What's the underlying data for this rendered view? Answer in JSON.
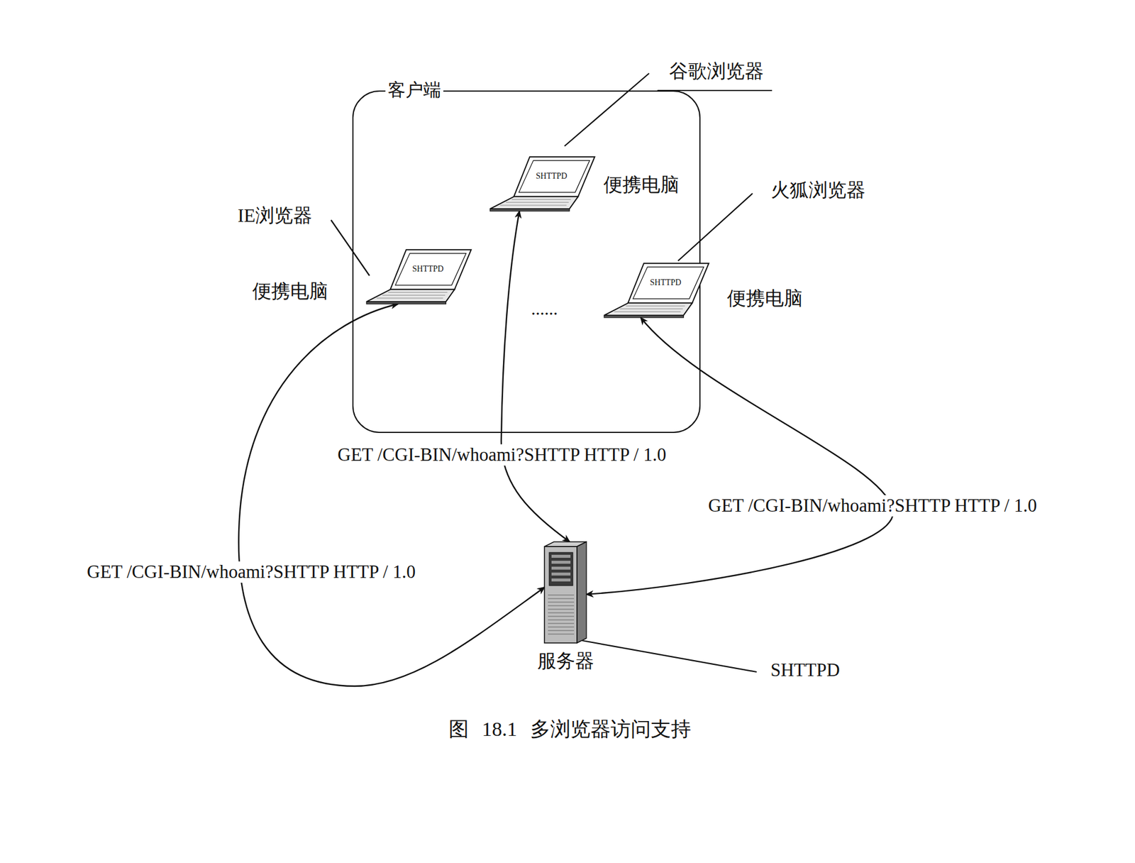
{
  "diagram": {
    "caption": "图 18.1 多浏览器访问支持",
    "nodes": [
      {
        "text": [
          "客户端"
        ]
      },
      {
        "text": [
          "SHTTPD",
          "便携电脑"
        ],
        "in": 0
      },
      {
        "text": [
          "SHTTPD",
          "便携电脑"
        ],
        "in": 0
      },
      {
        "text": [
          "SHTTPD",
          "便携电脑"
        ],
        "in": 0
      },
      {
        "text": [
          "服务器"
        ]
      }
    ],
    "edges": [
      {
        "from": 4,
        "to": 1,
        "arrow": "both",
        "label": "GET /CGI-BIN/whoami?SHTTP HTTP / 1.0"
      },
      {
        "from": 4,
        "to": 2,
        "arrow": "both",
        "label": "GET /CGI-BIN/whoami?SHTTP HTTP / 1.0"
      },
      {
        "from": 4,
        "to": 3,
        "arrow": "both",
        "label": "GET /CGI-BIN/whoami?SHTTP HTTP / 1.0"
      }
    ],
    "labels": [
      "谷歌浏览器",
      "IE浏览器",
      "火狐浏览器",
      "......",
      "SHTTPD"
    ]
  }
}
